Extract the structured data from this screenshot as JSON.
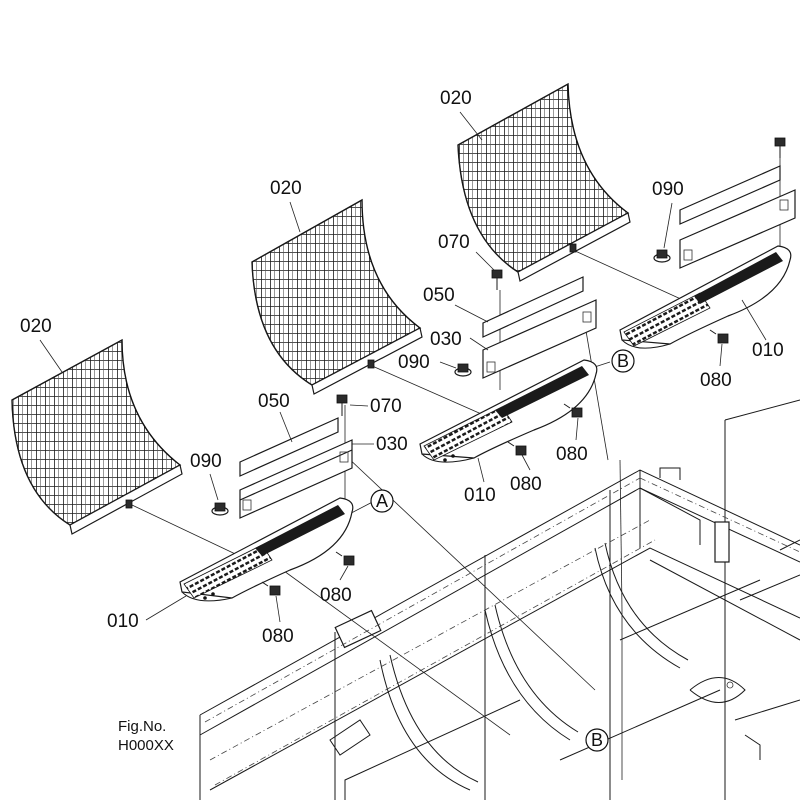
{
  "diagram": {
    "labels": {
      "c020": "020",
      "c050": "050",
      "c070": "070",
      "c030": "030",
      "c090": "090",
      "c010": "010",
      "c080": "080"
    },
    "markers": {
      "a": "A",
      "b": "B"
    },
    "figure": {
      "line1": "Fig.No.",
      "line2": "H000XX"
    }
  }
}
